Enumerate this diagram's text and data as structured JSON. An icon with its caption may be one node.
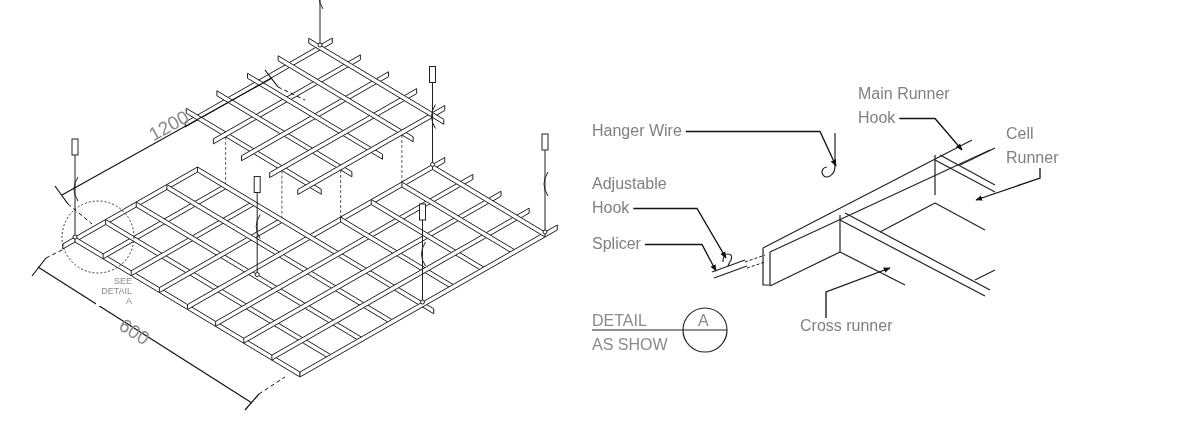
{
  "diagram": {
    "nodes": [
      {
        "text": [
          "Hanger Wire"
        ]
      },
      {
        "text": [
          "Main Runner Hook"
        ]
      },
      {
        "text": [
          "Cell Runner"
        ]
      },
      {
        "text": [
          "Adjustable Hook"
        ]
      },
      {
        "text": [
          "Splicer"
        ]
      },
      {
        "text": [
          "Cross runner"
        ]
      }
    ],
    "edges": [
      {
        "from": 0,
        "to": null,
        "arrow": "to"
      },
      {
        "from": 1,
        "to": null,
        "arrow": "to"
      },
      {
        "from": 2,
        "to": null,
        "arrow": "to"
      },
      {
        "from": 3,
        "to": null,
        "arrow": "to"
      },
      {
        "from": 4,
        "to": null,
        "arrow": "to"
      },
      {
        "from": 5,
        "to": null,
        "arrow": "to"
      }
    ],
    "labels": [
      "1200",
      "600",
      "SEE DETAIL A",
      "DETAIL",
      "A",
      "AS SHOW"
    ]
  }
}
